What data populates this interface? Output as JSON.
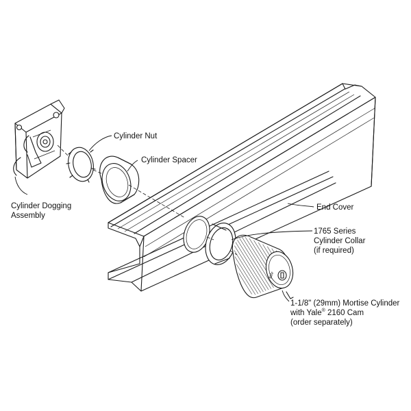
{
  "labels": {
    "cylinder_nut": "Cylinder Nut",
    "cylinder_spacer": "Cylinder Spacer",
    "dogging_line1": "Cylinder Dogging",
    "dogging_line2": "Assembly",
    "end_cover": "End Cover",
    "collar_line1": "1765 Series",
    "collar_line2": "Cylinder Collar",
    "collar_line3": "(if required)",
    "mortise_line1": "1-1/8\" (29mm) Mortise Cylinder",
    "mortise_line2_pre": "with Yale",
    "mortise_reg": "®",
    "mortise_line2_post": " 2160 Cam",
    "mortise_line3": "(order separately)"
  },
  "brand_marks": {
    "cylinder_face": "Yale"
  }
}
